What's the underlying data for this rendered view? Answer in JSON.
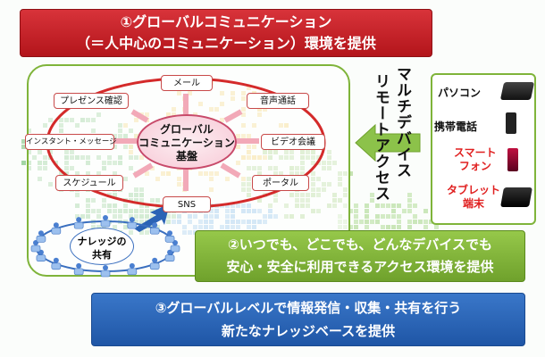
{
  "banners": {
    "top_line1": "①グローバルコミュニケーション",
    "top_line2": "（＝人中心のコミュニケーション）環境を提供",
    "mid_line1": "②いつでも、どこでも、どんなデバイスでも",
    "mid_line2": "安心・安全に利用できるアクセス環境を提供",
    "bottom_line1": "③グローバルレベルで情報発信・収集・共有を行う",
    "bottom_line2": "新たなナレッジベースを提供"
  },
  "hub": {
    "line1": "グローバル",
    "line2": "コミュニケーション",
    "line3": "基盤"
  },
  "nodes": {
    "mail": "メール",
    "presence": "プレゼンス確認",
    "voice": "音声通話",
    "instant": "インスタント・メッセージ",
    "video": "ビデオ会議",
    "schedule": "スケジュール",
    "portal": "ポータル",
    "sns": "SNS"
  },
  "knowledge": {
    "line1": "ナレッジの",
    "line2": "共有"
  },
  "remote_access": {
    "line1": "マルチデバイス",
    "line2": "リモートアクセス"
  },
  "devices": {
    "pc": "パソコン",
    "mobile": "携帯電話",
    "smartphone_line1": "スマート",
    "smartphone_line2": "フォン",
    "tablet_line1": "タブレット",
    "tablet_line2": "端末"
  },
  "colors": {
    "red_banner": "#c8222a",
    "green_banner": "#7fb43a",
    "blue_banner": "#2a63b5",
    "ring": "#d42a2a",
    "device_text_red": "#e02020"
  }
}
